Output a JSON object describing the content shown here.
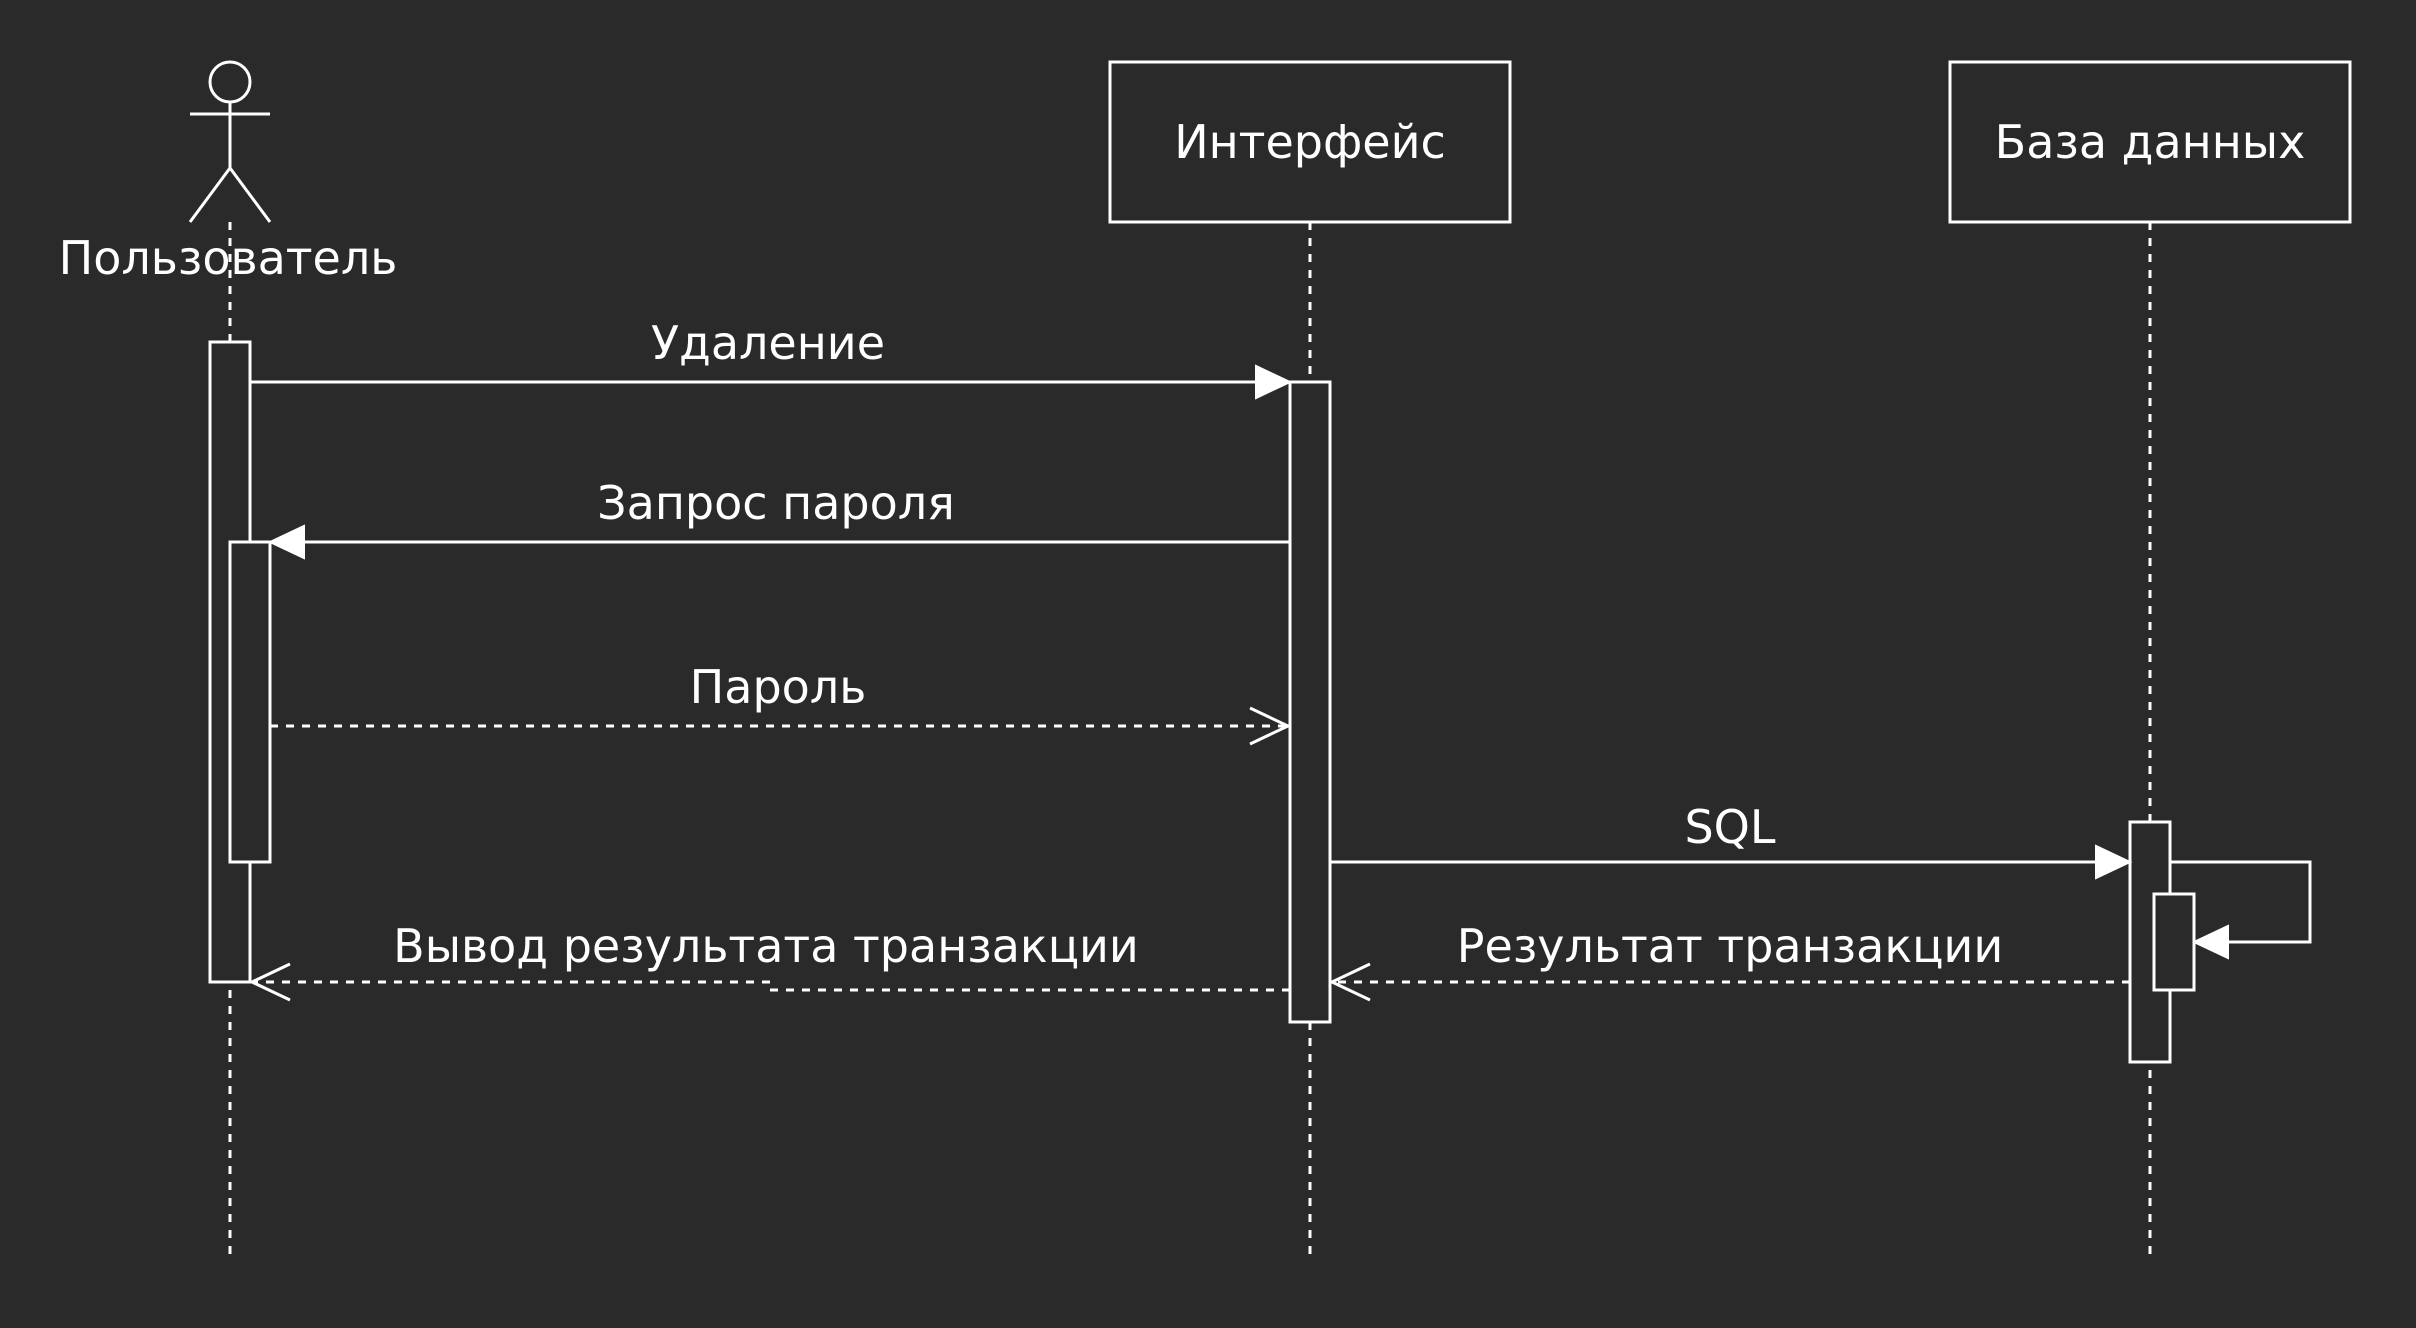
{
  "diagram": {
    "type": "sequence",
    "participants": [
      {
        "id": "user",
        "label": "Пользователь",
        "kind": "actor"
      },
      {
        "id": "ui",
        "label": "Интерфейс",
        "kind": "box"
      },
      {
        "id": "db",
        "label": "База данных",
        "kind": "box"
      }
    ],
    "messages": [
      {
        "label": "Удаление",
        "from": "user",
        "to": "ui",
        "style": "sync"
      },
      {
        "label": "Запрос пароля",
        "from": "ui",
        "to": "user",
        "style": "sync"
      },
      {
        "label": "Пароль",
        "from": "user",
        "to": "ui",
        "style": "return"
      },
      {
        "label": "SQL",
        "from": "ui",
        "to": "db",
        "style": "sync"
      },
      {
        "label": "",
        "from": "db",
        "to": "db",
        "style": "self"
      },
      {
        "label": "Результат транзакции",
        "from": "db",
        "to": "ui",
        "style": "return"
      },
      {
        "label": "Вывод результата транзакции",
        "from": "ui",
        "to": "user",
        "style": "return"
      }
    ]
  }
}
